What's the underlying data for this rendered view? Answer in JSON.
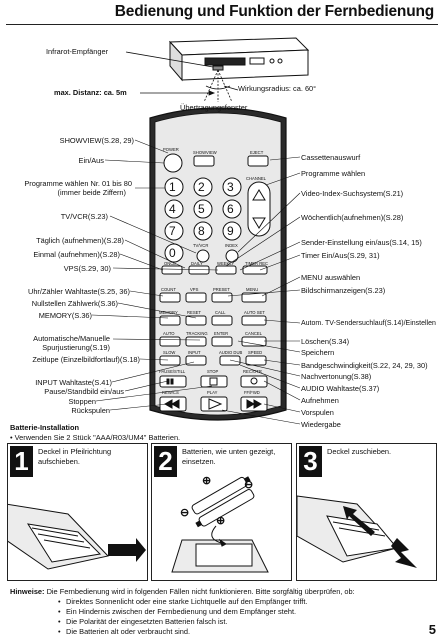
{
  "header": {
    "title": "Bedienung und Funktion der Fernbedienung"
  },
  "vcr": {
    "ir_receiver": "Infrarot-Empfänger",
    "max_distance": "max. Distanz: ca. 5m",
    "angle": "Wirkungsradius: ca. 60°",
    "window": "Übertragungsfenster"
  },
  "left_labels": [
    "SHOWVIEW(S.28, 29)",
    "Ein/Aus",
    "Programme wählen Nr. 01 bis 80",
    "(immer beide Ziffern)",
    "TV/VCR(S.23)",
    "Täglich (aufnehmen)(S.28)",
    "Einmal (aufnehmen)(S.28)",
    "VPS(S.29, 30)",
    "Uhr/Zähler Wahltaste(S.25, 36)",
    "Nullstellen Zählwerk(S.36)",
    "MEMORY(S.36)",
    "Automatische/Manuelle",
    "Spurjustierung(S.19)",
    "Zeitlupe (Einzelbildfortlauf)(S.18)",
    "INPUT Wahltaste(S.41)",
    "Pause/Standbild ein/aus",
    "Stoppen",
    "Rückspulen"
  ],
  "right_labels": [
    "Cassettenauswurf",
    "Programme wählen",
    "Video-Index-Suchsystem(S.21)",
    "Wöchentlich(aufnehmen)(S.28)",
    "Sender-Einstellung ein/aus(S.14, 15)",
    "Timer Ein/Aus(S.29, 31)",
    "MENU auswählen",
    "Bildschirmanzeigen(S.23)",
    "Autom. TV-Sendersuchlauf(S.14)/Einstellen",
    "Löschen(S.34)",
    "Speichern",
    "Bandgeschwindigkeit(S.22, 24, 29, 30)",
    "Nachvertonung(S.38)",
    "AUDIO Wahltaste(S.37)",
    "Aufnehmen",
    "Vorspulen",
    "Wiedergabe"
  ],
  "remote": {
    "power": "POWER",
    "showview": "SHOWVIEW",
    "eject": "EJECT",
    "channel": "CHANNEL",
    "digits": [
      "1",
      "2",
      "3",
      "4",
      "5",
      "6",
      "7",
      "8",
      "9",
      "0"
    ],
    "tvvcr": "TV/VCR",
    "index": "INDEX",
    "once": "ONCE",
    "daily": "DAILY",
    "weekly": "WEEKLY",
    "timer_rec": "TIMER REC",
    "row_a": [
      "COUNT",
      "VPS",
      "PRESET",
      "MENU"
    ],
    "row_b": [
      "MEMORY",
      "RESET",
      "CALL",
      "AUTO SET"
    ],
    "row_c": [
      "AUTO",
      "TRACKING",
      "ENTER",
      "CANCEL"
    ],
    "row_d": [
      "SLOW",
      "INPUT",
      "AUDIO DUB",
      "SPEED"
    ],
    "row_e": [
      "PAUSE/STILL",
      "STOP",
      "REC/OTR"
    ],
    "row_f": [
      "REW/CS",
      "PLAY",
      "FF/FWD"
    ]
  },
  "battery": {
    "title": "Batterie-Installation",
    "subtitle": "• Verwenden Sie 2 Stück \"AAA/R03/UM4\" Batterien.",
    "steps": [
      {
        "num": "1",
        "text_l1": "Deckel in Pfeilrichtung",
        "text_l2": "aufschieben."
      },
      {
        "num": "2",
        "text_l1": "Batterien, wie unten gezeigt,",
        "text_l2": "einsetzen."
      },
      {
        "num": "3",
        "text_l1": "Deckel zuschieben.",
        "text_l2": ""
      }
    ]
  },
  "hint": {
    "label": "Hinweise:",
    "intro": "Die Fernbedienung wird in folgenden Fällen nicht funktionieren. Bitte sorgfältig überprüfen, ob:",
    "items": [
      "Direktes Sonnenlicht oder eine starke Lichtquelle auf den Empfänger trifft.",
      "Ein Hindernis zwischen der Fernbedienung und dem Empfänger steht.",
      "Die Polarität der eingesetzten Batterien falsch ist.",
      "Die Batterien alt oder verbraucht sind."
    ]
  },
  "page_number": "5"
}
